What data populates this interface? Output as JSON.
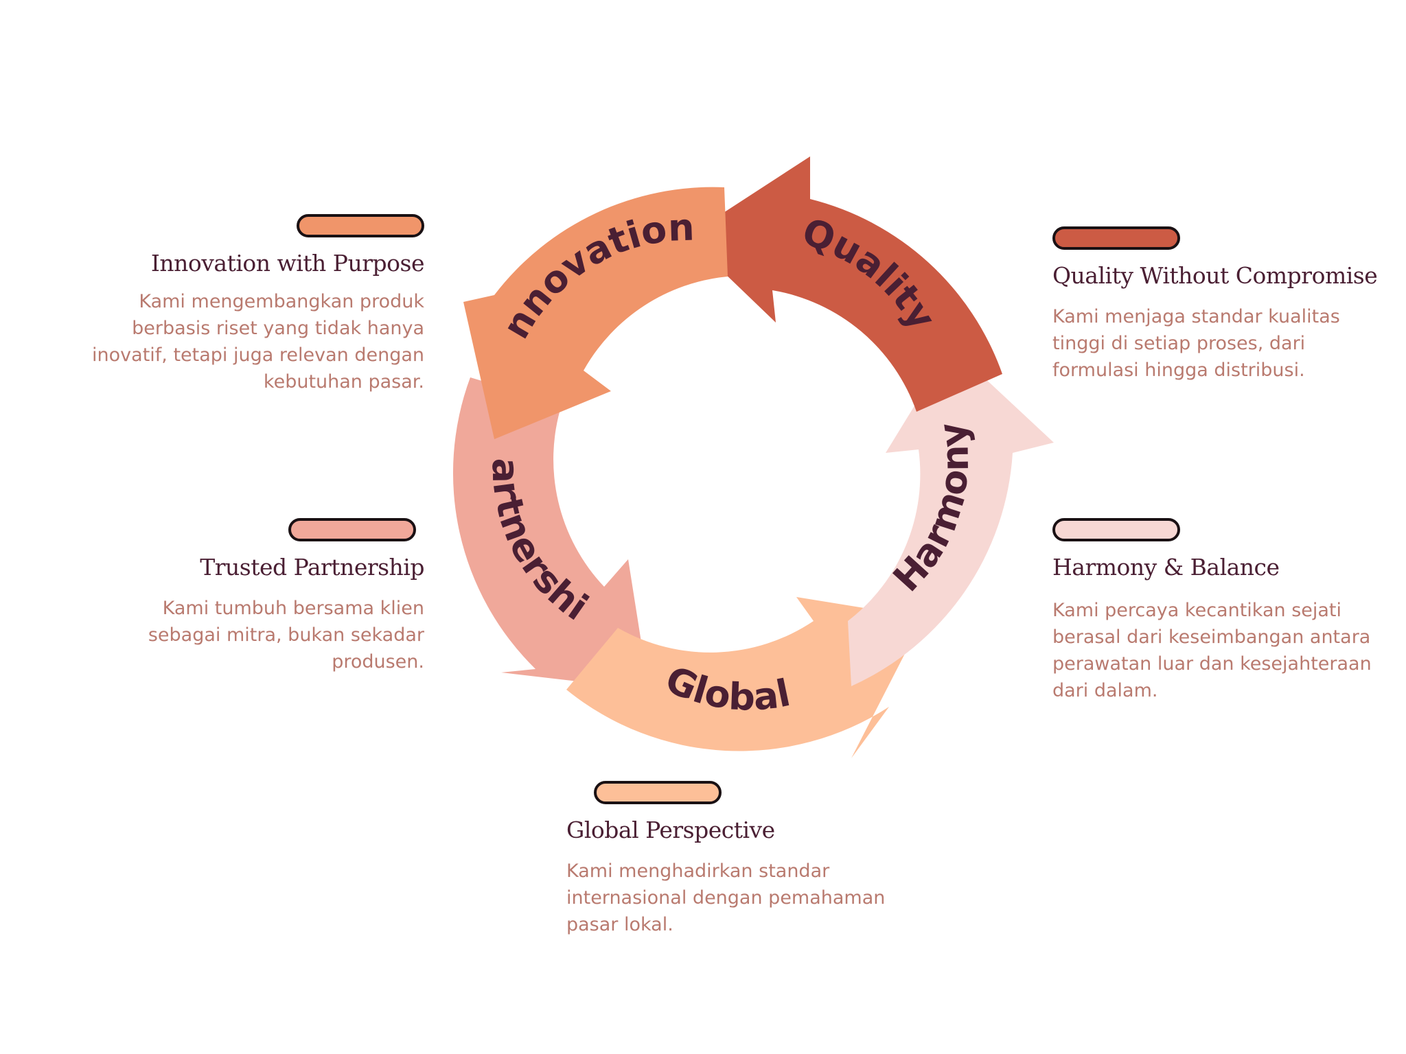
{
  "colors": {
    "innovation": "#f0956a",
    "quality": "#cc5b44",
    "harmony": "#f7d8d4",
    "global": "#fdbf98",
    "partnership": "#f0a89a",
    "title_text": "#4a1f33",
    "desc_text": "#b97a6f"
  },
  "cycle": {
    "segments": [
      {
        "id": "innovation",
        "label": "Innovation"
      },
      {
        "id": "quality",
        "label": "Quality"
      },
      {
        "id": "harmony",
        "label": "Harmony"
      },
      {
        "id": "global",
        "label": "Global"
      },
      {
        "id": "partnership",
        "label": "Partnership"
      }
    ]
  },
  "values": [
    {
      "id": "innovation",
      "title": "Innovation with Purpose",
      "lines": [
        "Kami mengembangkan produk",
        "berbasis riset yang tidak hanya",
        "inovatif, tetapi juga relevan dengan",
        "kebutuhan pasar."
      ]
    },
    {
      "id": "quality",
      "title": "Quality Without Compromise",
      "lines": [
        "Kami menjaga standar kualitas",
        "tinggi di setiap proses, dari",
        "formulasi hingga distribusi."
      ]
    },
    {
      "id": "partnership",
      "title": "Trusted Partnership",
      "lines": [
        "Kami tumbuh bersama klien",
        "sebagai mitra, bukan sekadar",
        "produsen."
      ]
    },
    {
      "id": "harmony",
      "title": "Harmony & Balance",
      "lines": [
        "Kami percaya kecantikan sejati",
        "berasal dari keseimbangan antara",
        "perawatan luar dan kesejahteraan",
        "dari dalam."
      ]
    },
    {
      "id": "global",
      "title": "Global Perspective",
      "lines": [
        "Kami menghadirkan standar",
        "internasional dengan pemahaman",
        "pasar lokal."
      ]
    }
  ]
}
